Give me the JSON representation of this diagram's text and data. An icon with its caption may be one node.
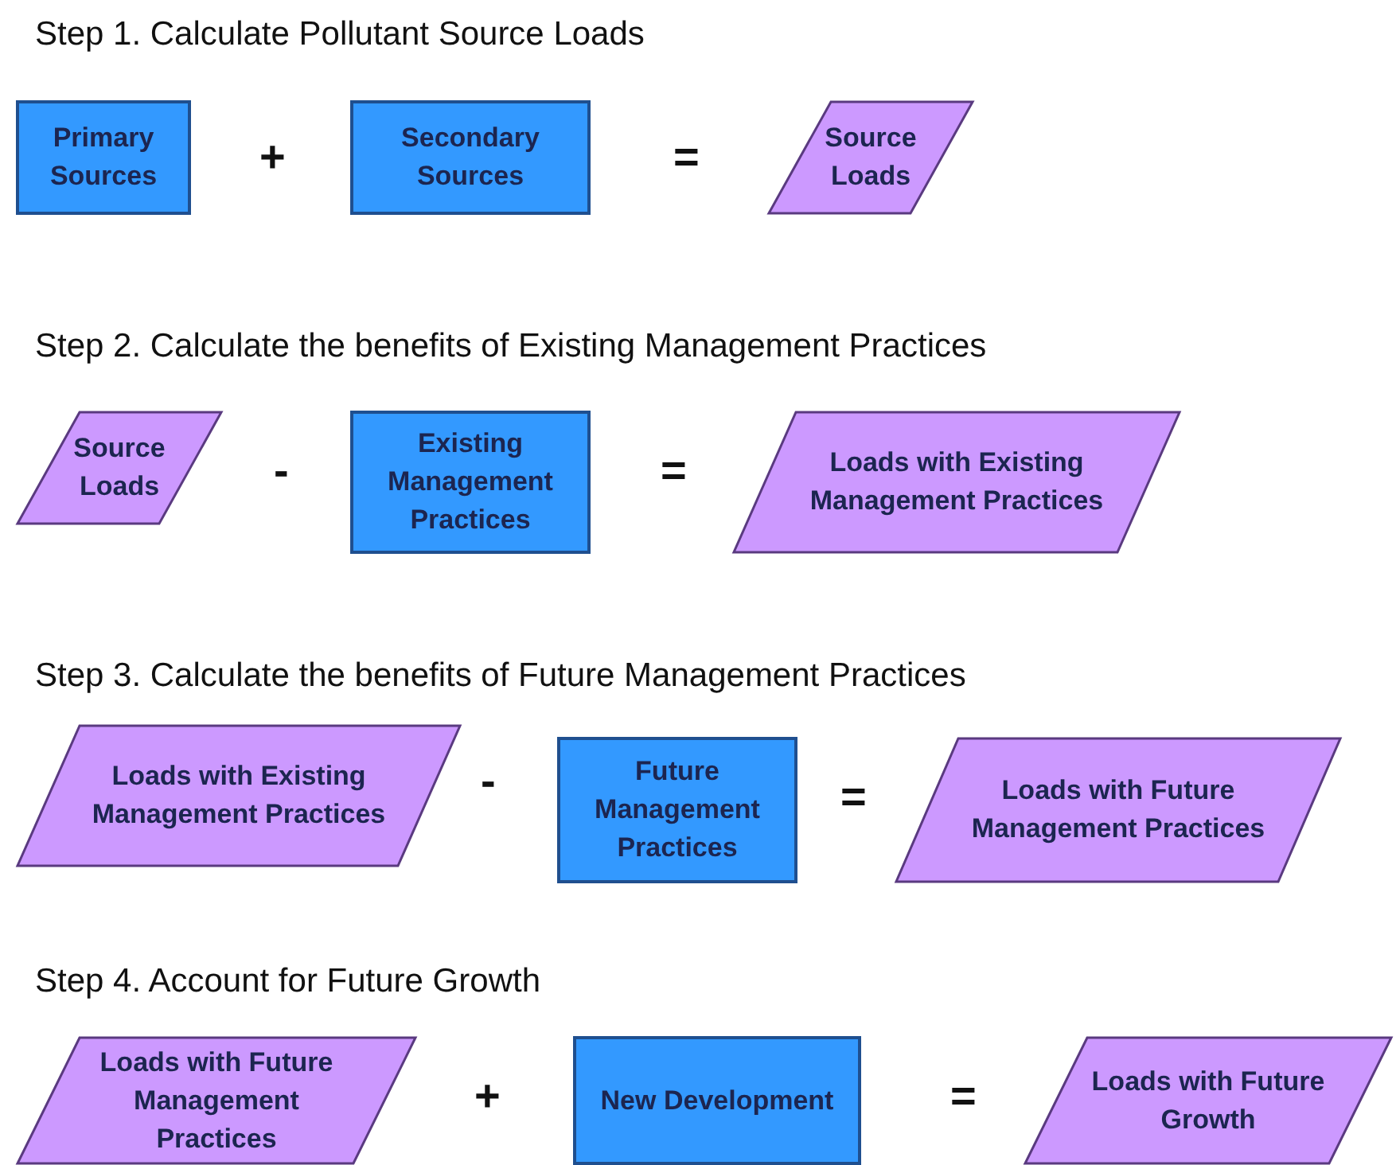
{
  "diagram": {
    "nodes": [
      {
        "text": [
          "Primary Sources"
        ]
      },
      {
        "text": [
          "Secondary Sources"
        ]
      },
      {
        "text": [
          "Source Loads"
        ]
      },
      {
        "text": [
          "Source Loads"
        ]
      },
      {
        "text": [
          "Existing Management Practices"
        ]
      },
      {
        "text": [
          "Loads with Existing Management Practices"
        ]
      },
      {
        "text": [
          "Loads with Existing Management Practices"
        ]
      },
      {
        "text": [
          "Future Management Practices"
        ]
      },
      {
        "text": [
          "Loads with Future Management Practices"
        ]
      },
      {
        "text": [
          "Loads with Future Management Practices"
        ]
      },
      {
        "text": [
          "New Development"
        ]
      },
      {
        "text": [
          "Loads with Future Growth"
        ]
      }
    ],
    "edges": [],
    "labels": [
      "Step 1.  Calculate Pollutant Source Loads",
      "+",
      "=",
      "Step 2.  Calculate the benefits of Existing Management Practices",
      "-",
      "=",
      "Step 3.  Calculate the benefits of Future Management Practices",
      "-",
      "=",
      "Step 4.  Account for Future Growth",
      "+",
      "="
    ]
  }
}
